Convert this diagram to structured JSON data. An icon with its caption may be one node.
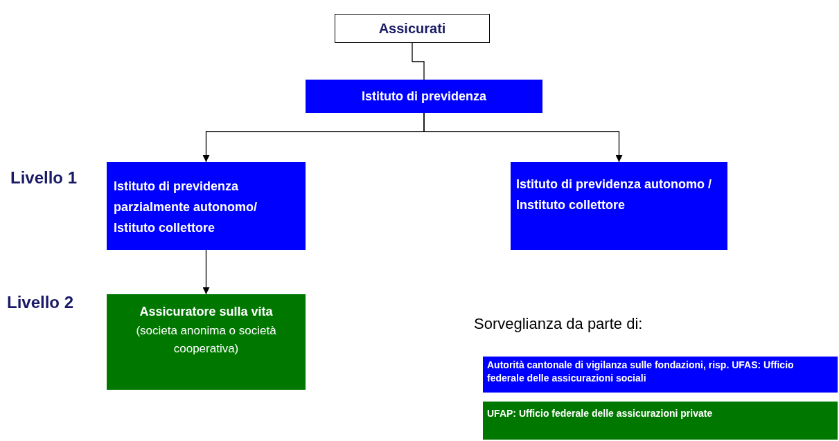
{
  "diagram": {
    "nodes": [
      {
        "text": [
          "Assicurati"
        ]
      },
      {
        "text": [
          "Istituto di previdenza"
        ]
      },
      {
        "text": [
          "Istituto di previdenza parzialmente autonomo/ Istituto collettore"
        ]
      },
      {
        "text": [
          "Istituto di previdenza autonomo / Instituto collettore"
        ]
      },
      {
        "text": [
          "Assicuratore sulla vita",
          "(societa anonima o società cooperativa)"
        ]
      }
    ],
    "edges": [
      {
        "from": 0,
        "to": 1,
        "arrow": "none"
      },
      {
        "from": 1,
        "to": 2,
        "arrow": "to"
      },
      {
        "from": 1,
        "to": 3,
        "arrow": "to"
      },
      {
        "from": 2,
        "to": 4,
        "arrow": "to"
      }
    ],
    "labels": [
      "Livello 1",
      "Livello 2",
      "Sorveglianza da parte di:"
    ],
    "legend": [
      {
        "text": "Autorità cantonale di vigilanza sulle fondazioni, risp. UFAS: Ufficio federale delle assicurazioni sociali",
        "color": "#0000ff"
      },
      {
        "text": "UFAP: Ufficio federale delle assicurazioni private",
        "color": "#007800"
      }
    ]
  }
}
